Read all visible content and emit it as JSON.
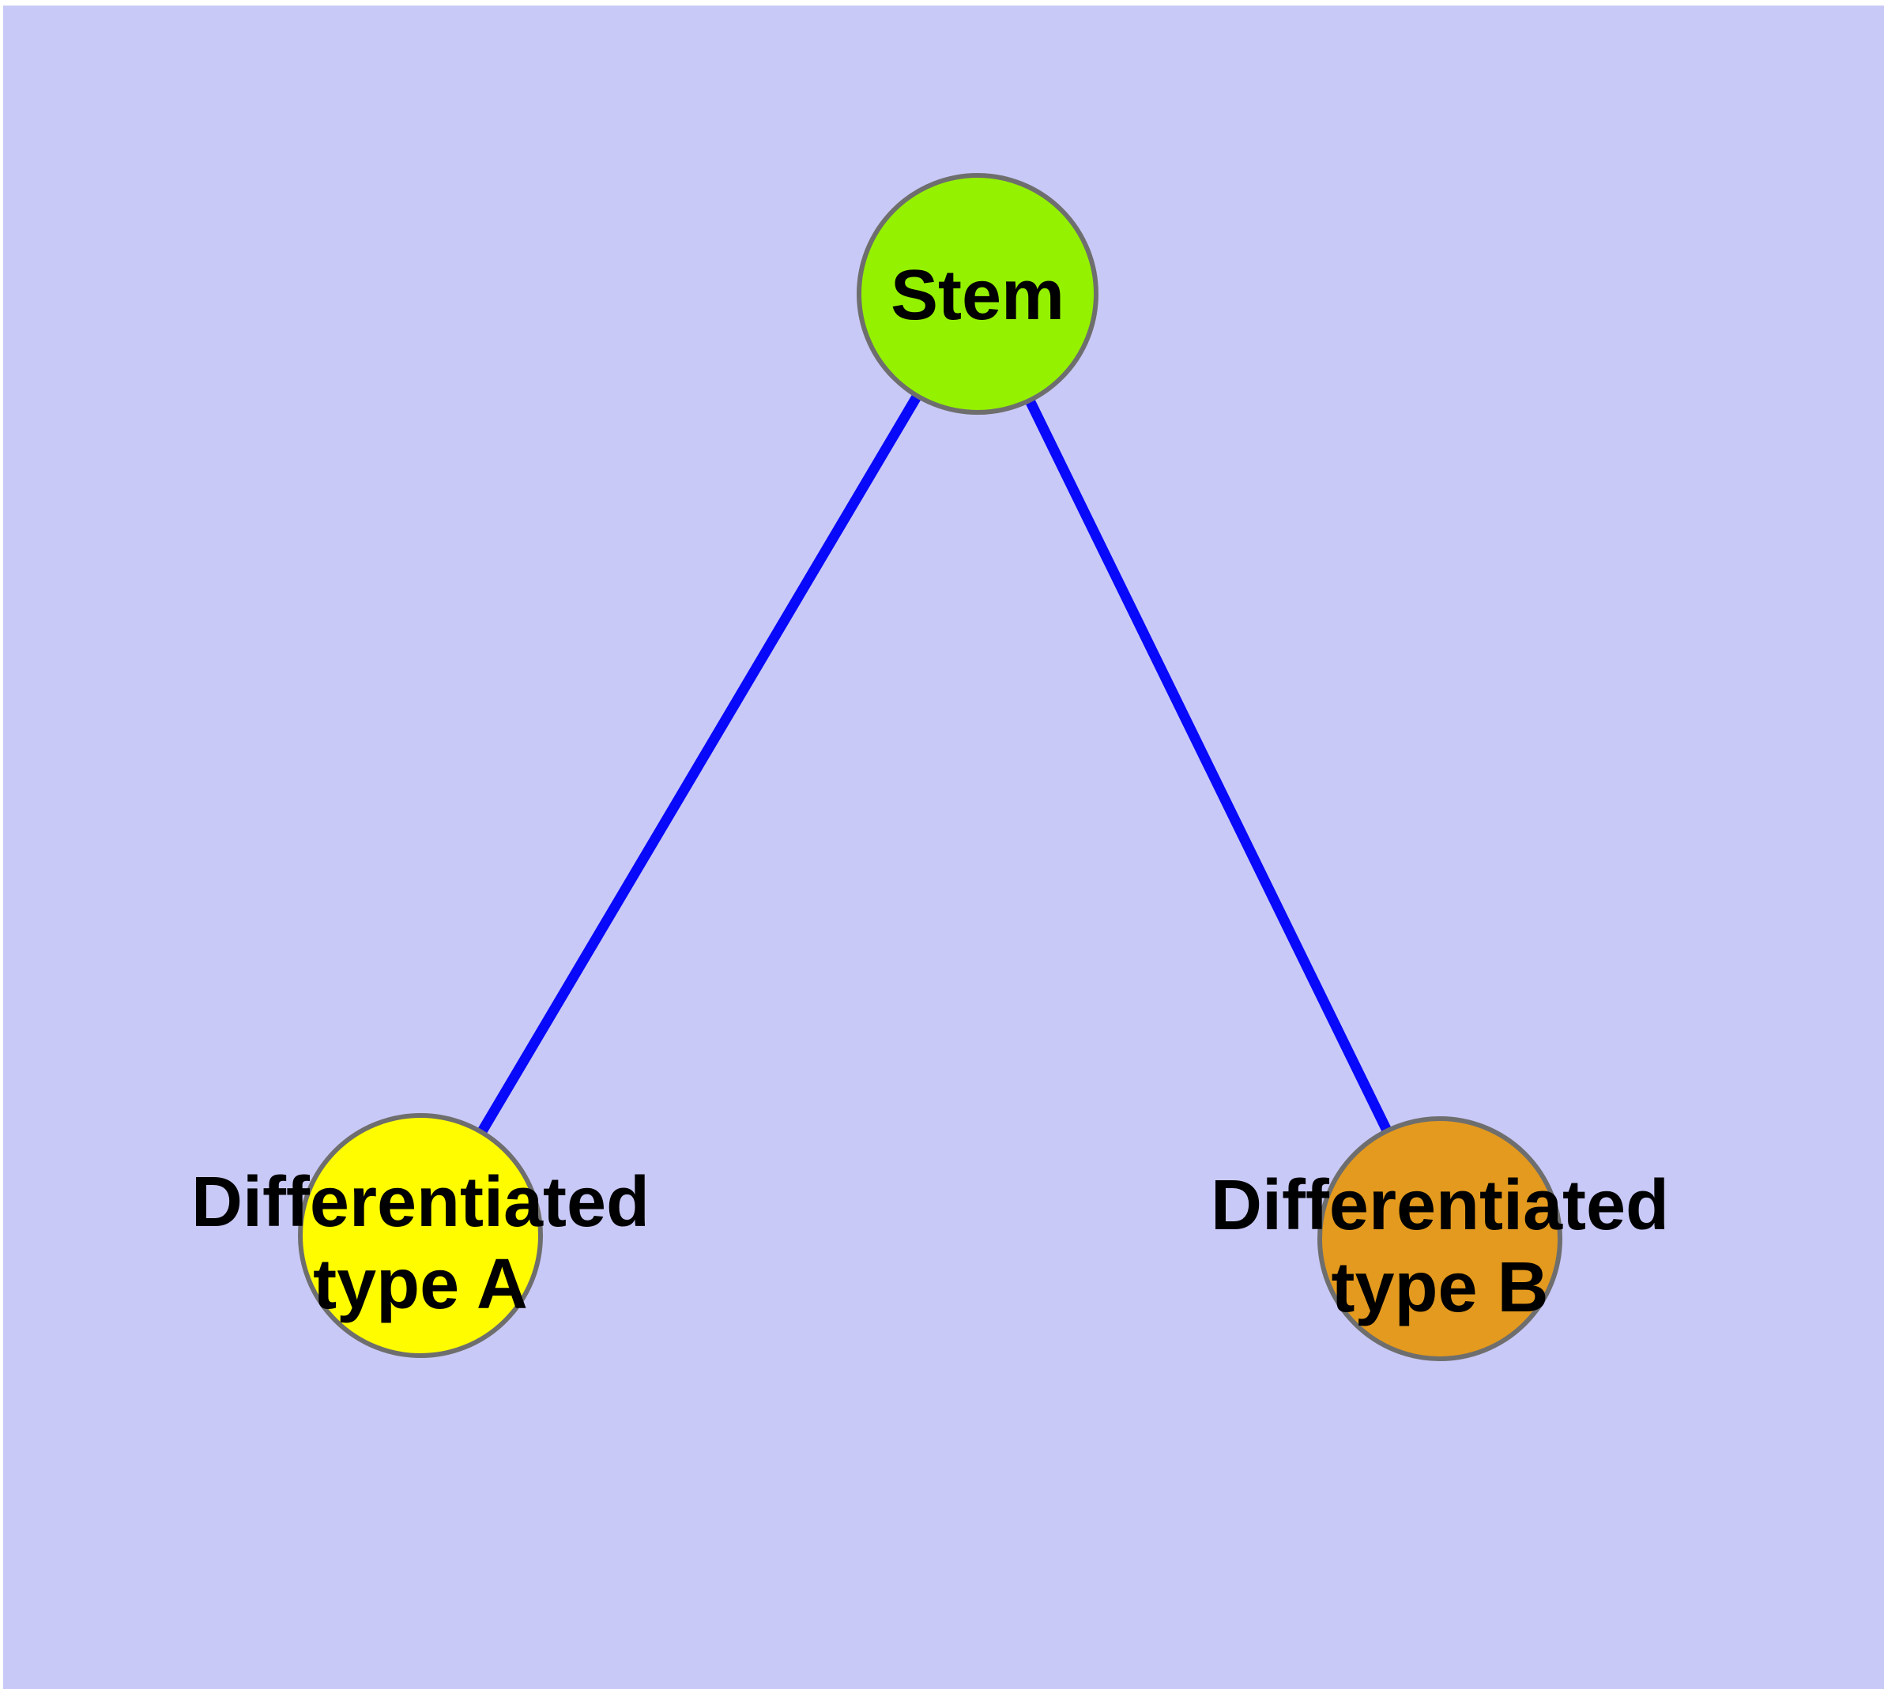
{
  "canvas": {
    "background_color": "#c9c9f7",
    "border_color": "#ffffff"
  },
  "nodes": {
    "stem": {
      "label": "Stem",
      "fill": "#94f100",
      "stroke": "#6e6e6e",
      "label_color": "#000000"
    },
    "type_a": {
      "label_line1": "Differentiated",
      "label_line2": "type A",
      "fill": "#fffc00",
      "stroke": "#6e6e6e",
      "label_color": "#000000"
    },
    "type_b": {
      "label_line1": "Differentiated",
      "label_line2": "type B",
      "fill": "#e49a1e",
      "stroke": "#6e6e6e",
      "label_color": "#000000"
    }
  },
  "edges": {
    "color": "#0808fa",
    "list": [
      {
        "from": "Stem",
        "to": "Differentiated type A"
      },
      {
        "from": "Stem",
        "to": "Differentiated type B"
      }
    ]
  }
}
